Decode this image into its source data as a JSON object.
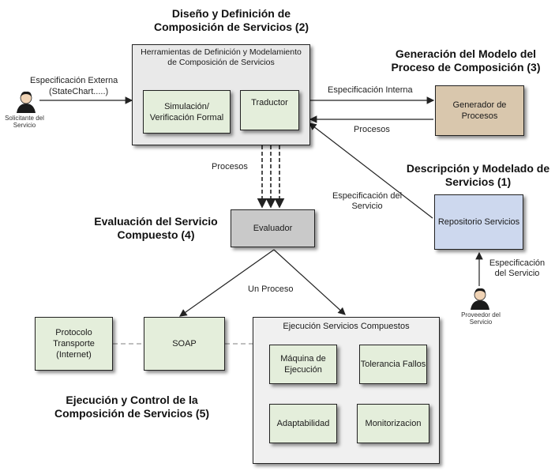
{
  "titles": {
    "t2": "Diseño y Definición de Composición de Servicios (2)",
    "t3": "Generación del Modelo del Proceso de Composición (3)",
    "t1": "Descripción y Modelado de Servicios (1)",
    "t4": "Evaluación del Servicio Compuesto (4)",
    "t5": "Ejecución y Control de la Composición de Servicios (5)"
  },
  "boxes": {
    "herramientas": "Herramientas de Definición y Modelamiento de Composición de Servicios",
    "simulacion": "Simulación/ Verificación Formal",
    "traductor": "Traductor",
    "generador": "Generador de Procesos",
    "repositorio": "Repositorio Servicios",
    "evaluador": "Evaluador",
    "protocolo": "Protocolo Transporte (Internet)",
    "soap": "SOAP",
    "ejecucion": "Ejecución Servicios Compuestos",
    "maquina": "Máquina de Ejecución",
    "tolerancia": "Tolerancia Fallos",
    "adaptabilidad": "Adaptabilidad",
    "monitorizacion": "Monitorizacion"
  },
  "labels": {
    "espec_externa": "Especificación Externa",
    "statechart": "(StateChart.....)",
    "espec_interna": "Especificación Interna",
    "procesos_right": "Procesos",
    "procesos_left": "Procesos",
    "espec_servicio_mid": "Especificación del Servicio",
    "espec_servicio_bottom": "Especificación del Servicio",
    "un_proceso": "Un Proceso"
  },
  "actors": {
    "solicitante": "Solicitante del Servicio",
    "proveedor": "Proveedor del Servicio"
  }
}
